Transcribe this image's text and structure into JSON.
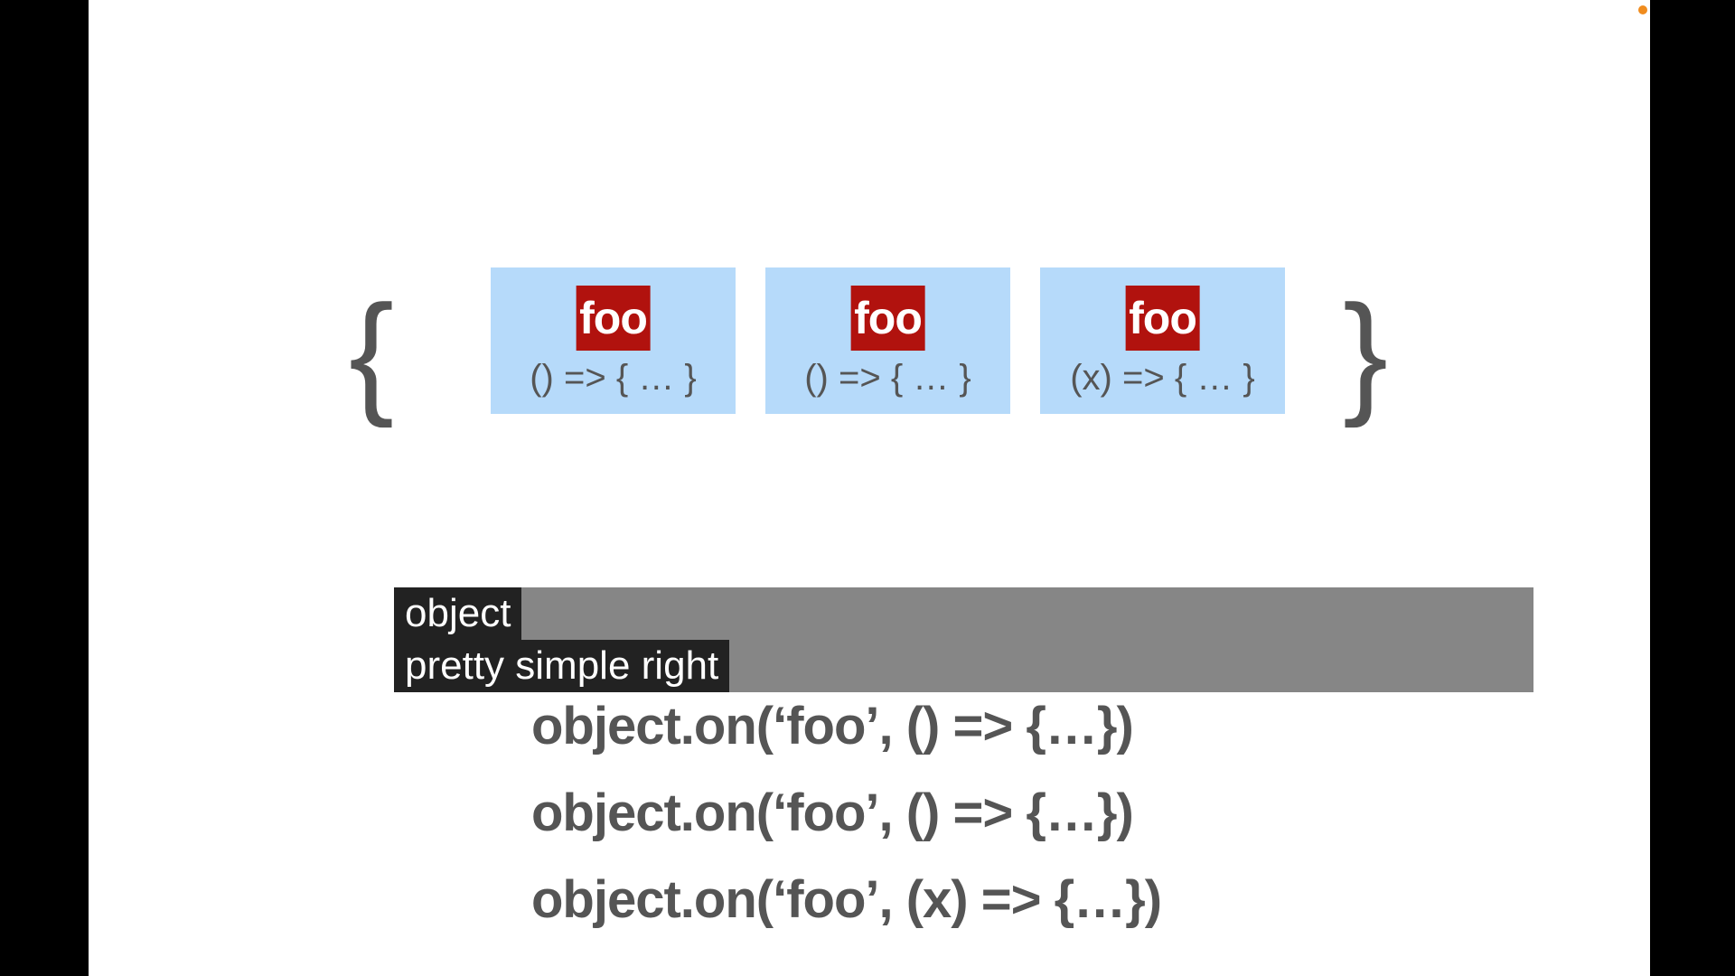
{
  "slide": {
    "braces": {
      "open": "{",
      "close": "}"
    },
    "listeners": [
      {
        "event": "foo",
        "handler": "() => { … }"
      },
      {
        "event": "foo",
        "handler": "() => { … }"
      },
      {
        "event": "foo",
        "handler": "(x) => { … }"
      }
    ],
    "code_lines": [
      "object.on(‘foo’, () => {…})",
      "object.on(‘foo’, () => {…})",
      "object.on(‘foo’, (x) => {…})"
    ]
  },
  "captions": {
    "line1": "object",
    "line2": "pretty simple right"
  },
  "colors": {
    "box_background": "#b6dafa",
    "event_label_background": "#b1120e",
    "text_gray": "#555555",
    "caption_background": "#222222",
    "indicator": "#f08c1e"
  }
}
